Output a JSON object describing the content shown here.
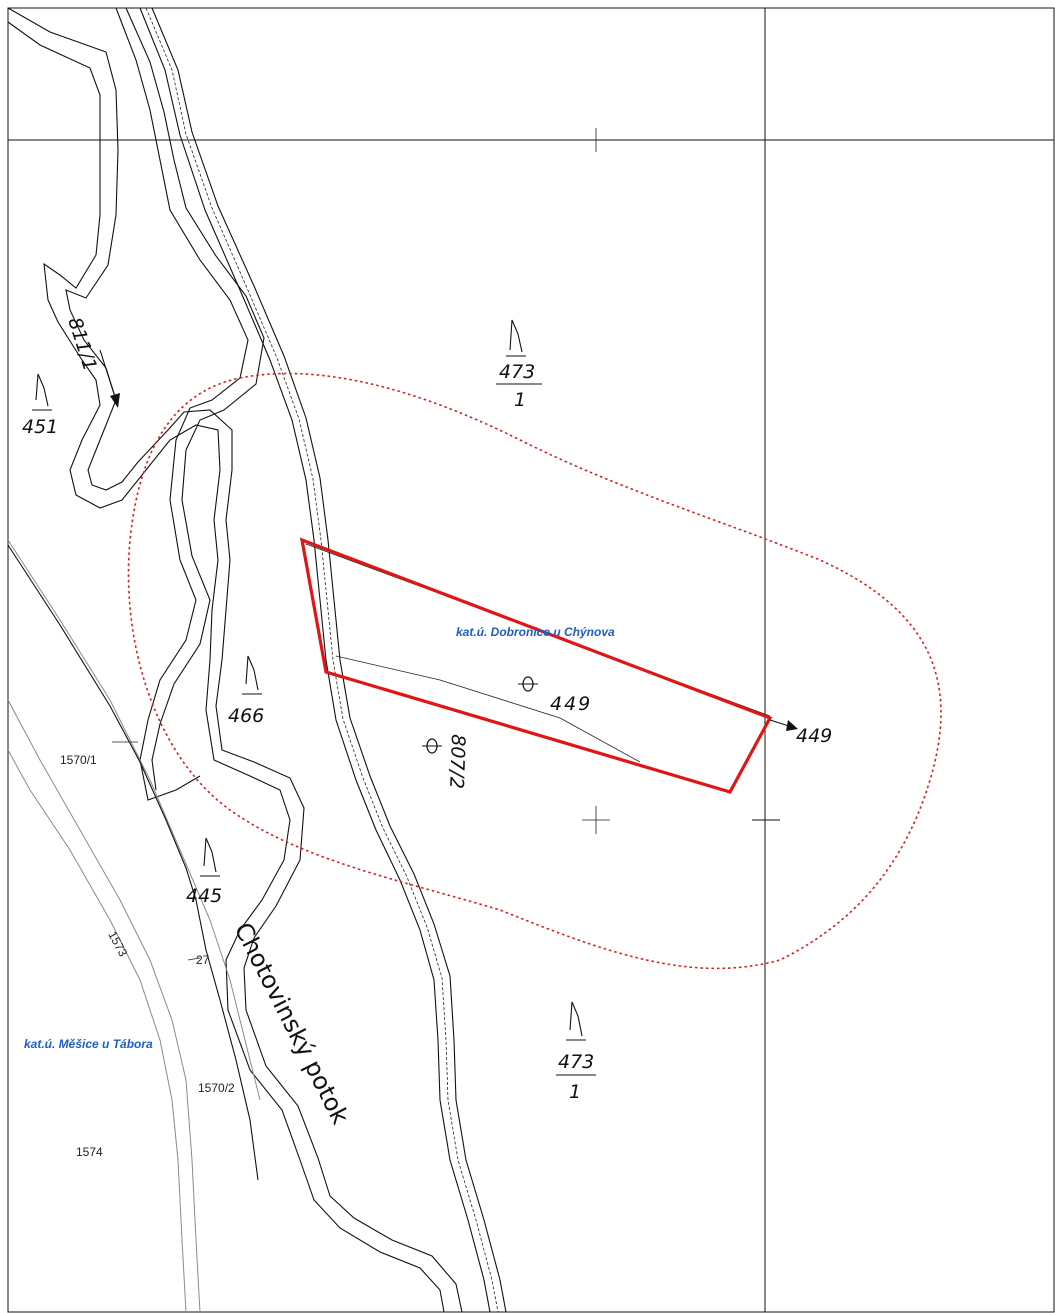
{
  "colors": {
    "highlight": "#e01515",
    "buffer": "#d42020",
    "cadastral_label": "#1f5fbf",
    "linework": "#111111"
  },
  "labels": {
    "cadastral_areas": {
      "dobronice": "kat.ú.  Dobronice u Chýnova",
      "mesice": "kat.ú.  Měšice u Tábora"
    },
    "stream_name": "Chotovinský potok",
    "parcels": {
      "p811_1": "811/1",
      "p451": "451",
      "p473_num": "473",
      "p473_den": "1",
      "p473b_num": "473",
      "p473b_den": "1",
      "p466": "466",
      "p445": "445",
      "p449": "449",
      "p449_arrow": "449",
      "p807_2": "807/2"
    },
    "neighbor_parcels": {
      "p1570_1": "1570/1",
      "p1570_2": "1570/2",
      "p1573": "1573",
      "p1574": "1574",
      "p27": "27"
    }
  },
  "symbols": {
    "meadow": "meadow-symbol-icon",
    "water": "water-body-symbol-icon",
    "cross": "grid-cross-icon"
  }
}
